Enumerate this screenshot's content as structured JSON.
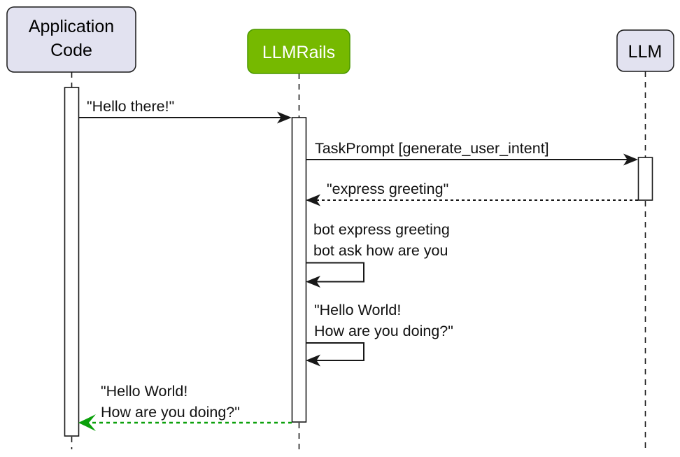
{
  "diagram": {
    "type": "sequence-diagram",
    "background": "#FFFFFF",
    "line_color": "#181818",
    "participants": [
      {
        "id": "app-code",
        "lines": {
          "0": "Application",
          "1": "Code"
        },
        "fill": "#E2E2F0",
        "stroke": "#181818",
        "text_color": "#000000"
      },
      {
        "id": "llmrails",
        "label": "LLMRails",
        "fill": "#76B900",
        "stroke": "#4A9800",
        "text_color": "#FFFFFF"
      },
      {
        "id": "llm",
        "label": "LLM",
        "fill": "#E2E2F0",
        "stroke": "#181818",
        "text_color": "#000000"
      }
    ],
    "messages": [
      {
        "from": "app-code",
        "to": "llmrails",
        "label": "\"Hello there!\"",
        "style": "solid",
        "color": "#181818"
      },
      {
        "from": "llmrails",
        "to": "llm",
        "label": "TaskPrompt [generate_user_intent]",
        "style": "solid",
        "color": "#181818"
      },
      {
        "from": "llm",
        "to": "llmrails",
        "label": "\"express greeting\"",
        "style": "dashed-return",
        "color": "#181818"
      },
      {
        "from": "llmrails",
        "to": "llmrails",
        "label_line1": "bot express greeting",
        "label_line2": "bot ask how are you",
        "style": "self",
        "color": "#181818"
      },
      {
        "from": "llmrails",
        "to": "llmrails",
        "label_line1": "\"Hello World!",
        "label_line2": "How are you doing?\"",
        "style": "self",
        "color": "#181818"
      },
      {
        "from": "llmrails",
        "to": "app-code",
        "label_line1": "\"Hello World!",
        "label_line2": "How are you doing?\"",
        "style": "dotted-return",
        "color": "#0AA00A"
      }
    ]
  }
}
